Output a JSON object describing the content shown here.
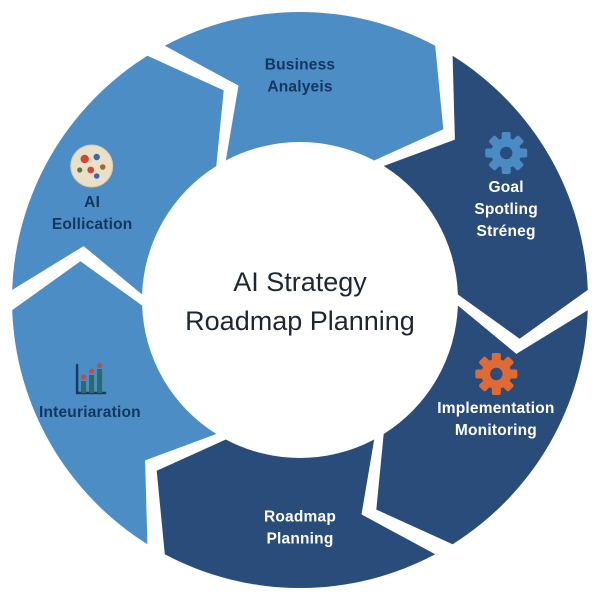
{
  "diagram": {
    "center_title_line1": "AI Strategy",
    "center_title_line2": "Roadmap Planning"
  },
  "colors": {
    "background": "#ffffff",
    "segment_light_blue": "#4c8dc6",
    "segment_dark_navy": "#2a4c7b",
    "label_dark": "#13365f",
    "label_light": "#ffffff",
    "center_text": "#1d2733",
    "gear_blue": "#4a8bc4",
    "gear_orange": "#e06a34",
    "palette_base": "#eadfc9",
    "palette_red": "#cd4936",
    "palette_blue": "#3e68a8",
    "palette_green": "#4f7d46",
    "palette_brown": "#a2672f",
    "chart_teal": "#2d6a6a",
    "chart_navy": "#1d3a5e"
  },
  "segments": [
    {
      "id": "business-analysis",
      "lines": [
        "Business",
        "Analyeis"
      ],
      "fill": "light",
      "text": "dark",
      "icon": "none",
      "tail_angle": 332,
      "label_radius": 224,
      "label_offset": [
        0,
        0
      ]
    },
    {
      "id": "goal-spotting-strategy",
      "lines": [
        "Goal",
        "Spotling",
        "Stréneg"
      ],
      "fill": "dark",
      "text": "light",
      "icon": "gear-blue",
      "tail_angle": 32,
      "label_radius": 238,
      "label_offset": [
        0,
        5
      ]
    },
    {
      "id": "implementation-monitoring",
      "lines": [
        "Implementation",
        "Monitoring"
      ],
      "fill": "dark",
      "text": "light",
      "icon": "gear-orange",
      "tail_angle": 92,
      "label_radius": 232,
      "label_offset": [
        -5,
        -20
      ]
    },
    {
      "id": "roadmap-planning",
      "lines": [
        "Roadmap",
        "Planning"
      ],
      "fill": "dark",
      "text": "light",
      "icon": "none",
      "tail_angle": 152,
      "label_radius": 228,
      "label_offset": [
        0,
        0
      ]
    },
    {
      "id": "integration",
      "lines": [
        "Inteuriaration"
      ],
      "fill": "light",
      "text": "dark",
      "icon": "chart",
      "tail_angle": 212,
      "label_radius": 238,
      "label_offset": [
        -4,
        -28
      ]
    },
    {
      "id": "ai-education",
      "lines": [
        "AI",
        "Eollication"
      ],
      "fill": "light",
      "text": "dark",
      "icon": "palette",
      "tail_angle": 272,
      "label_radius": 240,
      "label_offset": [
        0,
        8
      ]
    }
  ]
}
